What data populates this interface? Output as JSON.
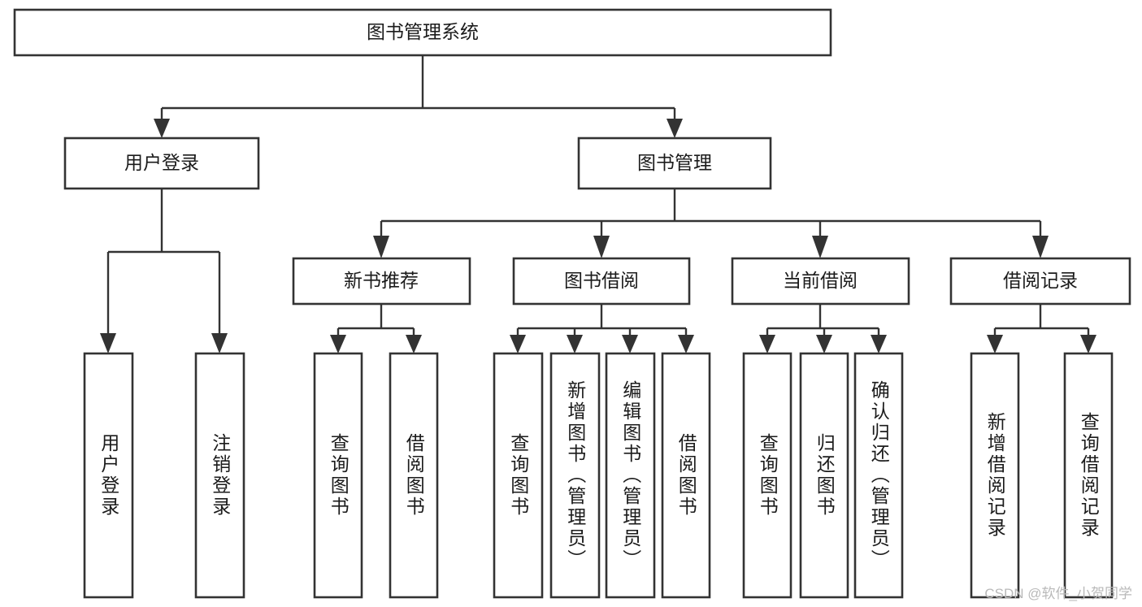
{
  "diagram": {
    "type": "tree",
    "title": "图书管理系统",
    "orientation": "top-down",
    "colors": {
      "box_stroke": "#333333",
      "box_fill": "#ffffff",
      "line": "#333333",
      "text": "#1b1b1b",
      "background": "#ffffff",
      "watermark": "#b9b9b9"
    },
    "root": {
      "id": "root",
      "label": "图书管理系统"
    },
    "level2": [
      {
        "id": "user-login",
        "label": "用户登录"
      },
      {
        "id": "book-manage",
        "label": "图书管理"
      }
    ],
    "level3": [
      {
        "id": "new-book-recommend",
        "label": "新书推荐",
        "parent": "book-manage"
      },
      {
        "id": "book-borrow",
        "label": "图书借阅",
        "parent": "book-manage"
      },
      {
        "id": "current-borrow",
        "label": "当前借阅",
        "parent": "book-manage"
      },
      {
        "id": "borrow-record",
        "label": "借阅记录",
        "parent": "book-manage"
      }
    ],
    "leaves": [
      {
        "id": "leaf-user-login",
        "label": "用户登录",
        "parent": "user-login"
      },
      {
        "id": "leaf-logout-login",
        "label": "注销登录",
        "parent": "user-login"
      },
      {
        "id": "leaf-query-book-1",
        "label": "查询图书",
        "parent": "new-book-recommend"
      },
      {
        "id": "leaf-borrow-book-1",
        "label": "借阅图书",
        "parent": "new-book-recommend"
      },
      {
        "id": "leaf-query-book-2",
        "label": "查询图书",
        "parent": "book-borrow"
      },
      {
        "id": "leaf-add-book",
        "label": "新增图书（管理员）",
        "parent": "book-borrow"
      },
      {
        "id": "leaf-edit-book",
        "label": "编辑图书（管理员）",
        "parent": "book-borrow"
      },
      {
        "id": "leaf-borrow-book-2",
        "label": "借阅图书",
        "parent": "book-borrow"
      },
      {
        "id": "leaf-query-book-3",
        "label": "查询图书",
        "parent": "current-borrow"
      },
      {
        "id": "leaf-return-book",
        "label": "归还图书",
        "parent": "current-borrow"
      },
      {
        "id": "leaf-confirm-return",
        "label": "确认归还（管理员）",
        "parent": "current-borrow"
      },
      {
        "id": "leaf-add-borrow-record",
        "label": "新增借阅记录",
        "parent": "borrow-record"
      },
      {
        "id": "leaf-query-borrow-record",
        "label": "查询借阅记录",
        "parent": "borrow-record"
      }
    ]
  },
  "watermark": {
    "text": "CSDN @软件_小贺同学"
  }
}
